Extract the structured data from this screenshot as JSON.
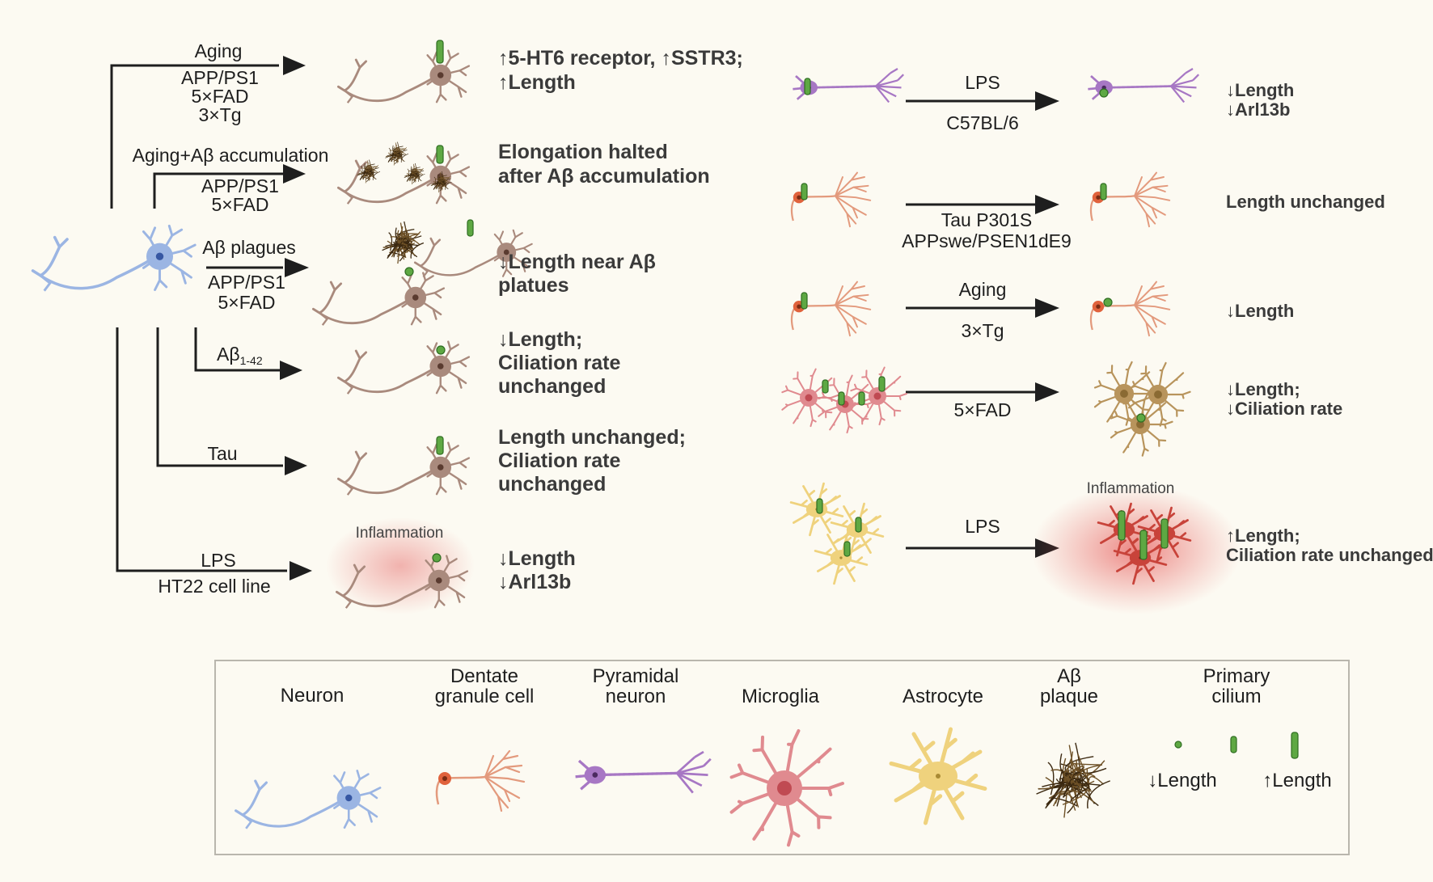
{
  "colors": {
    "background": "#fcfaf2",
    "neuron": "#9bb5e3",
    "dentate": "#e39a7d",
    "pyramidal": "#a777c4",
    "microglia": "#e08a8f",
    "astrocyte": "#efd27d",
    "plaque": "#6e5127",
    "cilium": "#5ea843",
    "inflammation": "#e35a5a"
  },
  "left": {
    "rows": [
      {
        "top": "Aging",
        "below": [
          "APP/PS1",
          "5×FAD",
          "3×Tg"
        ],
        "result": [
          "↑5-HT6 receptor, ↑SSTR3;",
          "↑Length"
        ]
      },
      {
        "top": "Aging+Aβ accumulation",
        "below": [
          "APP/PS1",
          "5×FAD"
        ],
        "result": [
          "Elongation halted",
          "after Aβ accumulation"
        ]
      },
      {
        "top": "Aβ plagues",
        "below": [
          "APP/PS1",
          "5×FAD"
        ],
        "result": [
          "↓Length near Aβ",
          "platues"
        ]
      },
      {
        "top": "Aβ",
        "top_sub": "1-42",
        "below": [],
        "result": [
          "↓Length;",
          "Ciliation rate",
          "unchanged"
        ]
      },
      {
        "top": "Tau",
        "below": [],
        "result": [
          "Length unchanged;",
          "Ciliation rate",
          "unchanged"
        ]
      },
      {
        "top": "LPS",
        "below": [
          "HT22 cell line"
        ],
        "result": [
          "↓Length",
          "↓Arl13b"
        ]
      }
    ],
    "inflammation_label": "Inflammation"
  },
  "right": {
    "rows": [
      {
        "top": "LPS",
        "below": [
          "C57BL/6"
        ],
        "result": [
          "↓Length",
          "↓Arl13b"
        ]
      },
      {
        "top": "",
        "below": [
          "Tau P301S",
          "APPswe/PSEN1dE9"
        ],
        "result": [
          "Length unchanged"
        ]
      },
      {
        "top": "Aging",
        "below": [
          "3×Tg"
        ],
        "result": [
          "↓Length"
        ]
      },
      {
        "top": "",
        "below": [
          "5×FAD"
        ],
        "result": [
          "↓Length;",
          "↓Ciliation rate"
        ]
      },
      {
        "top": "LPS",
        "below": [],
        "result": [
          "↑Length;",
          "Ciliation rate unchanged"
        ]
      }
    ],
    "inflammation_label": "Inflammation"
  },
  "legend": {
    "items": [
      {
        "label": [
          "Neuron"
        ],
        "icon": "neuron-icon"
      },
      {
        "label": [
          "Dentate",
          "granule cell"
        ],
        "icon": "dentate-granule-cell-icon"
      },
      {
        "label": [
          "Pyramidal",
          "neuron"
        ],
        "icon": "pyramidal-neuron-icon"
      },
      {
        "label": [
          "Microglia"
        ],
        "icon": "microglia-icon"
      },
      {
        "label": [
          "Astrocyte"
        ],
        "icon": "astrocyte-icon"
      },
      {
        "label": [
          "Aβ",
          "plaque"
        ],
        "icon": "abeta-plaque-icon"
      },
      {
        "label": [
          "Primary",
          "cilium"
        ],
        "icon": "primary-cilium-icon"
      }
    ],
    "cilium_short": "↓Length",
    "cilium_long": "↑Length"
  }
}
